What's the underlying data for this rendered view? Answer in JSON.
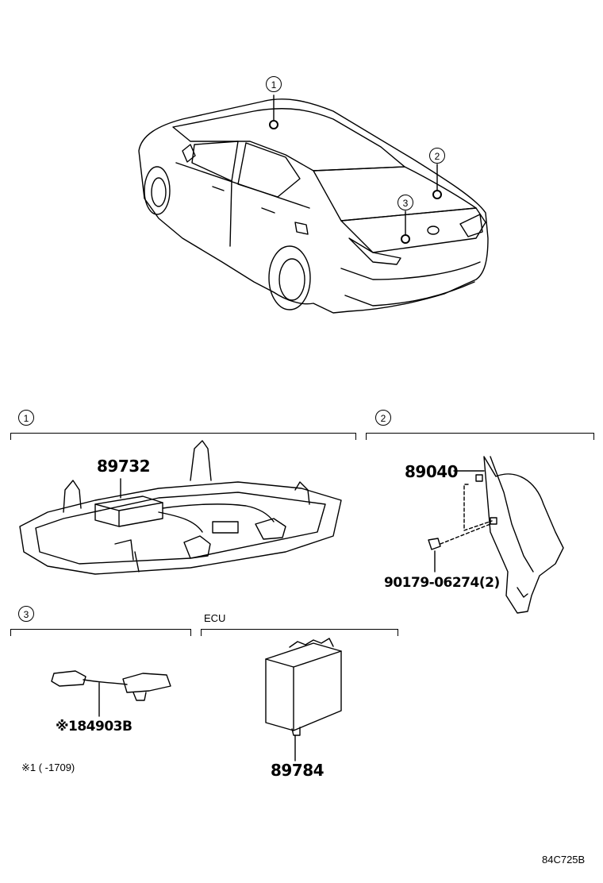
{
  "callouts": {
    "car_1": "1",
    "car_2": "2",
    "car_3": "3",
    "section_1": "1",
    "section_2": "2",
    "section_3": "3"
  },
  "parts": {
    "overhead_module": "89732",
    "bracket_part": "89040",
    "bracket_screw": "90179-06274(2)",
    "cable_part": "※184903B",
    "ecu_part": "89784"
  },
  "labels": {
    "ecu_section": "ECU"
  },
  "notes": {
    "note_1": "※1 (       -1709)"
  },
  "drawing_code": "84C725B"
}
